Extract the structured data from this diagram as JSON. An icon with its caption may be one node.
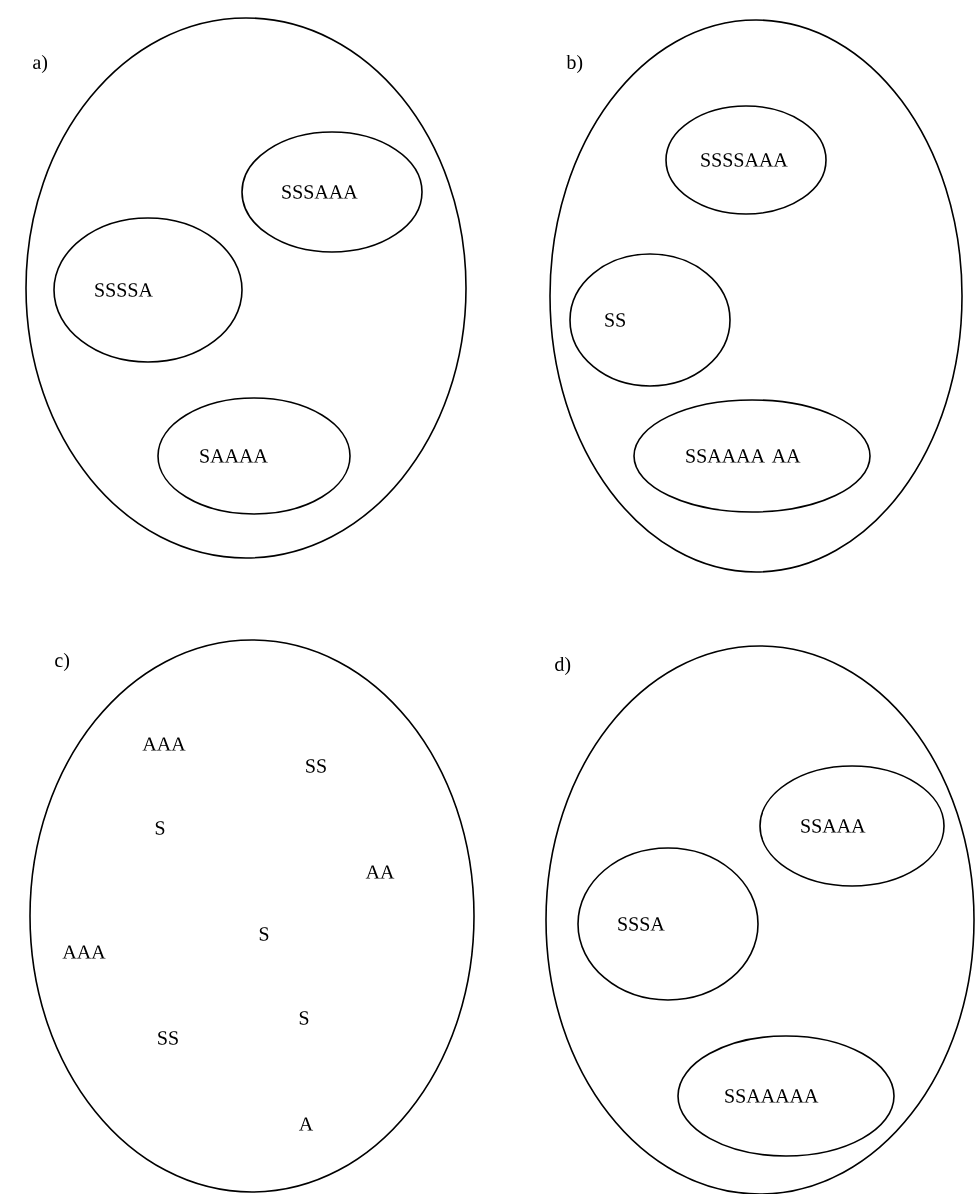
{
  "diagram": {
    "nodes": [
      {
        "text": [
          "a)"
        ]
      },
      {
        "text": [
          "SSSAAA"
        ],
        "in": 0
      },
      {
        "text": [
          "SSSSA"
        ],
        "in": 0
      },
      {
        "text": [
          "SAAAA"
        ],
        "in": 0
      },
      {
        "text": [
          "b)"
        ]
      },
      {
        "text": [
          "SSSSAAA"
        ],
        "in": 4
      },
      {
        "text": [
          "SS"
        ],
        "in": 4
      },
      {
        "text": [
          "SSAAAA AA"
        ],
        "in": 4
      },
      {
        "text": [
          "c)",
          "AAA",
          "SS",
          "S",
          "AA",
          "S",
          "AAA",
          "S",
          "SS",
          "A"
        ]
      },
      {
        "text": [
          "d)"
        ]
      },
      {
        "text": [
          "SSAAA"
        ],
        "in": 9
      },
      {
        "text": [
          "SSSA"
        ],
        "in": 9
      },
      {
        "text": [
          "SSAAAAA"
        ],
        "in": 9
      }
    ]
  }
}
